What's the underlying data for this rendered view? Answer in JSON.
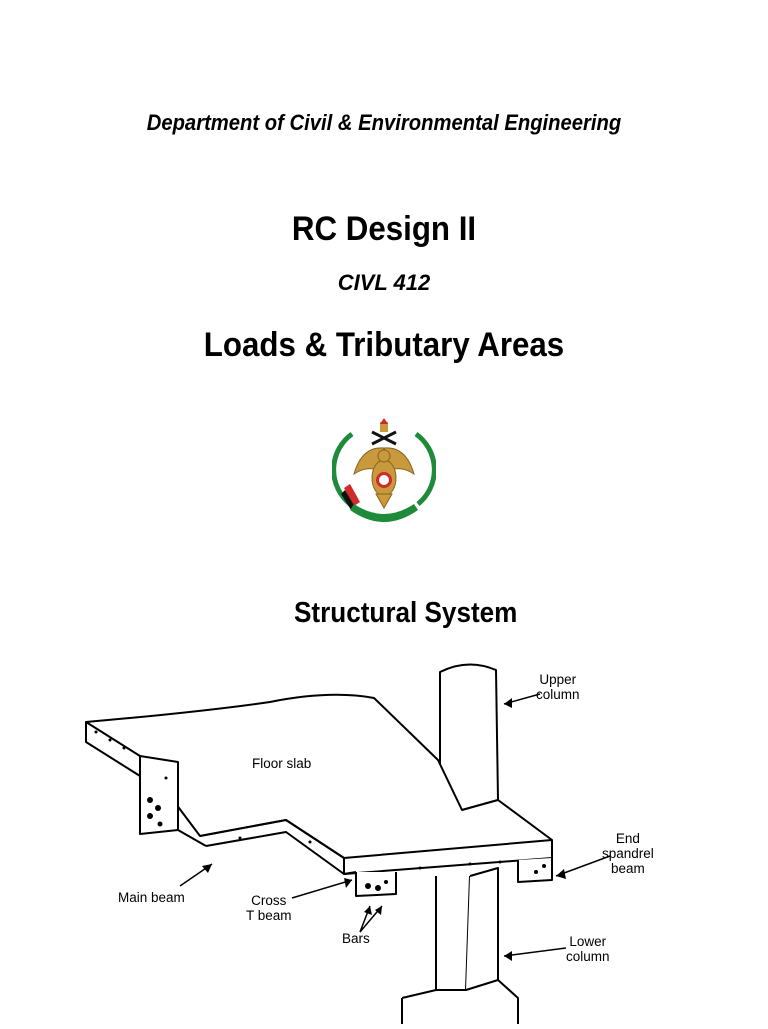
{
  "header": {
    "department": "Department of Civil & Environmental Engineering",
    "course_title": "RC Design II",
    "course_code": "CIVL 412",
    "topic": "Loads & Tributary Areas"
  },
  "logo": {
    "icon": "university-falcon-emblem-icon"
  },
  "section": {
    "title": "Structural System"
  },
  "figure": {
    "labels": {
      "upper_column_1": "Upper",
      "upper_column_2": "column",
      "floor_slab": "Floor slab",
      "end_spandrel_1": "End",
      "end_spandrel_2": "spandrel",
      "end_spandrel_3": "beam",
      "main_beam": "Main beam",
      "cross_t_beam_1": "Cross",
      "cross_t_beam_2": "T beam",
      "bars": "Bars",
      "lower_column_1": "Lower",
      "lower_column_2": "column"
    }
  },
  "colors": {
    "emblem_green": "#1f8a3a",
    "emblem_red": "#d12a2a",
    "emblem_gold": "#c89a3c",
    "ink": "#000000"
  }
}
